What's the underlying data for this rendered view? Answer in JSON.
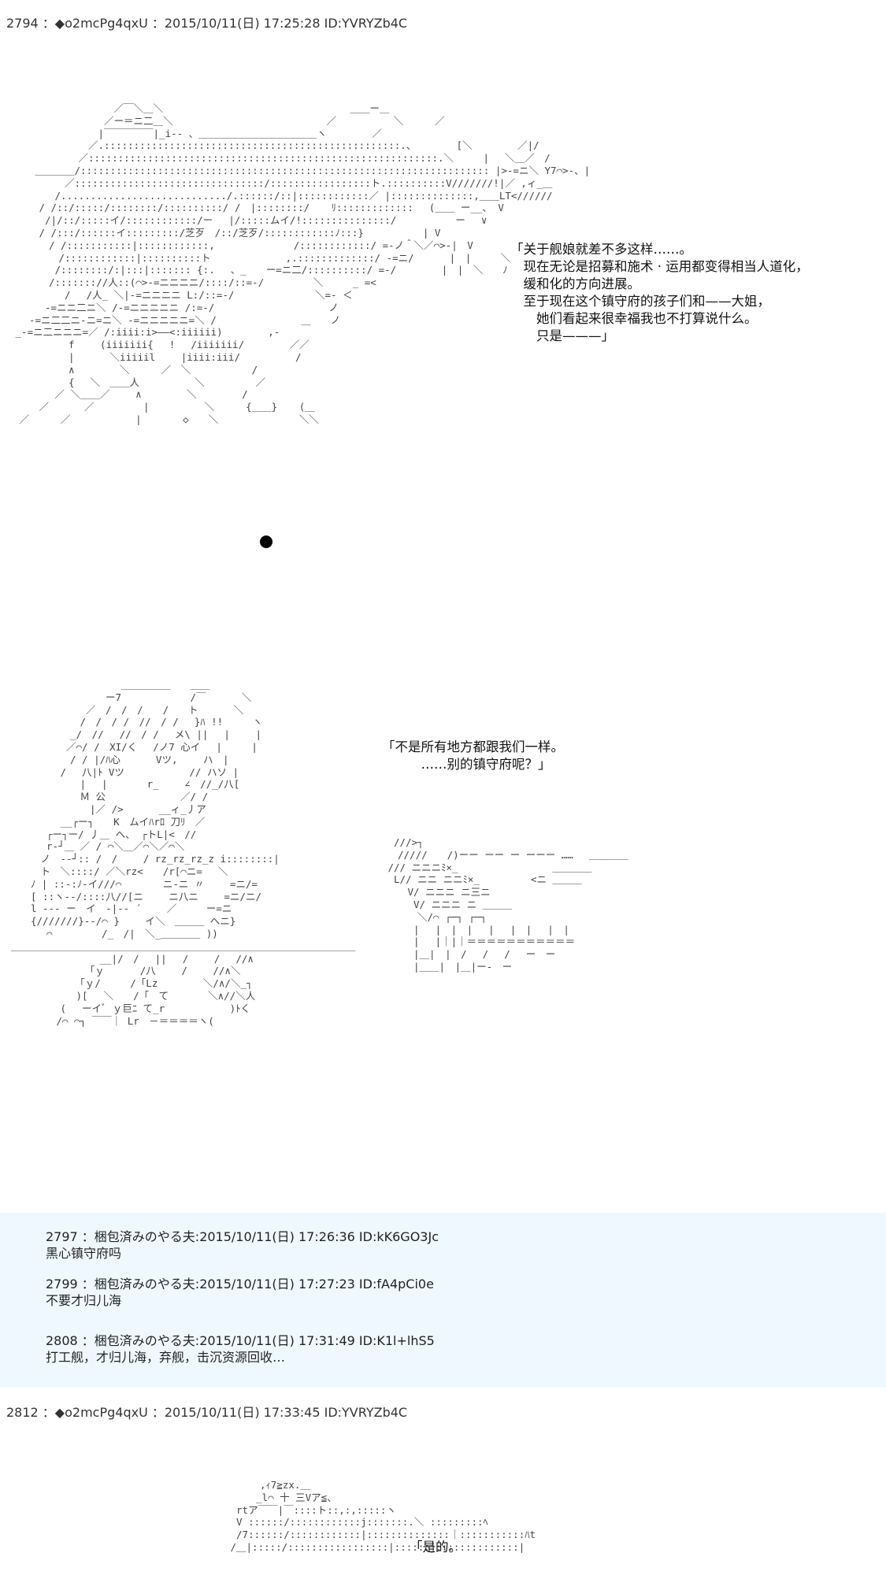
{
  "posts": [
    {
      "header": "2794 ：◆o2mcPg4qxU ：2015/10/11(日) 17:25:28 ID:YVRYZb4C",
      "dialog1": [
        "「关于舰娘就差不多这样……。",
        "　现在无论是招募和施术 · 运用都变得相当人道化，",
        "　缓和化的方向进展。",
        "",
        "　至于现在这个镇守府的孩子们和——大姐，",
        "　　她们看起来很幸福我也不打算说什么。",
        "",
        "　　只是———」"
      ],
      "dialog2": [
        "「不是所有地方都跟我们一样。",
        "",
        "　　　……别的镇守府呢？」"
      ]
    },
    {
      "header": "2812 ：◆o2mcPg4qxU ：2015/10/11(日) 17:33:45 ID:YVRYZb4C",
      "dialog1": [
        "「是的。"
      ]
    }
  ],
  "comments": [
    {
      "header": "2797 ：梱包済みのやる夫:2015/10/11(日) 17:26:36 ID:kK6GO3Jc",
      "body": "黑心镇守府吗"
    },
    {
      "header": "2799 ：梱包済みのやる夫:2015/10/11(日) 17:27:23 ID:fA4pCi0e",
      "body": "不要才归儿海"
    },
    {
      "header": "2808 ：梱包済みのやる夫:2015/10/11(日) 17:31:49 ID:K1l+lhS5",
      "body": "打工舰，才归儿海，弃舰，击沉资源回收…"
    }
  ],
  "ascii_art": {
    "figure1": " 　　　　　　　　　　／￣＼＿＼　　　　　　　　　　　　　　　　　　　＿＿ー＿\n　　　　　　　　　 ／ー＝ニ二＿＼ 　　　　　　　　　　　　　　　／　 　 　　 ＼ 　　 ／\n　　　　　　　　　|￣￣￣￣￣|_i-- 、＿＿＿＿＿＿＿＿＿＿＿＿ヽ　　　 　／\n　　　　　　　　／.::::::::::::::::::::::::::::::::::::::::::::::::::.、　　　　 [＼　　　　 ／|/\n　　　　　　　／:::::::::::::::::::::::::::::::::::::::::::::::::::::::::::.＼　　　|　 ＼＿／　/\n　　 ＿＿＿＿/::::::::::::::::::::::::::::::::::::::::::::::::::::::::::::::::::::: |>-=ニ＼ Y7⌒>-、|\n 　　　　　／::::::::::::::::::::::::::::::::/:::::::::::::::::ト.::::::::::V///////!|／ ,ィ_＿\n　　　　 /............................/.::::::/::|::::::::::::／ |::::::::::::::,＿＿LT<//////\n　　　/ /::/:::::/::::::::/::::::::::/ /　|::::::::/ 　 ﾘ:::::::::::::　 (＿＿ ー__、 V\n　　　 /|/::/:::::イ/::::::::::::/ー　 |/:::::ムイ/!:::::::::::::::/　　　　　　ー　 ∨\n　　　/ /:::/::::::イ:::::::::/芝歹　/::/芝歹/::::::::::::ﾉ:::}　　　　　　| V\n　　　　/ /:::::::::::|::::::::::::,　　　　　　　　/::::::::::::/ =-ノ＾＼／⌒>-|　V\n　　　　　/::::::::::::|::::::::::ト　　　　　　　 ,.:::::::::::::/ -=ニ/　　　 |　|　　　＼\n　　　　 /::::::::/:|:::|::::::: {:.　 、_　　ー=ニ二/::::::::::/ =-/　　　　 |　|　＼　　ﾉ\n　　　　/::::::://人::(⌒>-=ニニニニ/::::/::=-/　　　　　＼　　　_ =<\n　　　　　 /　 /人_ ＼|-=ニニニニ L:/::=-/　　　　　　 　 ＼=‐ ＜\n　　　 -=ニニ二ニ＼ /-=ニニニニニ /:=-/　　　　　　　　　　　 ノ\n　　-=ニ二二ニ-ニ=ニ＼ -=ニニニニニ=＼ /　　　　　　　　 ＿　　ノ\n _-=ニ二ニニニ=／ /:iiii:i>——<:iiiiii)　　　　 ,-\n　　　　　　f　　 (iiiiiii{ 　!　 /iiiiiii/　　　　 ／／\n　　　　　　|　　　 ＼iiiiil　　 |iiii:iii/ 　　　　　/\n　　　　　　∧　　　　 ＼　 　 ／　＼　　 　　　 /\n　　　　　　{ 　＼　＿＿人　　　　　 ＼ 　　　　 ／\n　　　　 ／ ＼＿＿／　　 ∧　　　　 ＼　　 　　/\n　　　／　　　 ／　　　　　|　　　　　 ＼　 　 {＿＿} 　 (＿\n　／　 　 ／　　　　　　 |　 　　 ◇　　＼　 　　　　　　 ＼＼",
    "figure2": " 　　　　　　　　　　 ＿＿＿＿＿　　＿＿\n　　　　　　　　　 ー7　　　　　　　/￣　 　　＼\n　　　　　　　 ／　/　/　/　　/　　ト　　　 ＼\n　　　　　　　/　/　/ /　//　/ /　 }ﾊ !!　　　ヽ\n　　　　　　_/　//　 //　/ /　 メ\\ ||　 |　　 |\n　　　　　 ／⌒/ /　XI/く　 /ノ7 心イ　 |　　　|\n　　　　　　/ / |/ﾊ心　　　 Vツ,　　 ハ　|\n　　　　　/　 八|ﾄ Vツ　　　　　　 // ハソ |\n　　　　　　　|　 |　　　　r_　　 ∠　//_/八[\n　　　　　　　Ｍ 公　　　　　　　 ／/ /\n　　　　　　　　|／ />　　　 __ィ_丿ア\n　　　　　__┌ー┐　　K　ムイﾊrﾛ 刀ﾘ　／\n　　　 ┌ー┐ー/ 丿＿ へ、 ┌トL|<　//\n　　　 r-┘＿ ／ / ⌒＼＿／⌒＼／⌒＼\n　　　ノ　--┘:: /　/　　 / rz_rz_rz_z i::::::::|\n　　　ト　＼::::/ ／＼rz<　　/r[⌒ニ=　 ＼\n　　ﾉ | ::-:ﾉ-イ///⌒ 　　　 ニ‐ニ 〃　　 =ニ/=\n　　[ ::ヽ--/::::八//[ニ　　 ニ八ニ 　　=ニ/ニ/\n　　l --- ー　イ　-|-- ´ 　　／　　　ー=ニ\n　　{///////}--/⌒ } 　　イ＼　＿＿＿ へニ}\n　　　 ⌒　　　　　/_　/|　＼_＿＿＿＿ ))\n＿＿＿＿＿＿＿＿＿＿＿＿＿＿＿＿＿＿＿＿＿＿＿＿＿＿＿＿＿＿＿＿＿＿＿\n　　　　　　　　　__|/　/　 ||　 /　　 /　 //∧\n　　　　　　　　「ｙ　　　 /八　　 /　　 //∧＼\n　　　　　　　「ｙ/　　　/「Lz　　　　 ＼/∧/＼_┐\n　　　　　　 )[ 　＼　　/「　て　　　　＼∧//＼人\n　　　　　( 　ーイﾞ ｙ巨ﾆ て_r　　　　　　 )ﾄく\n　　　　 /⌒ ⌒┐ ￣￣｜ Lr　－＝＝＝＝ヽ(",
    "figure2_right": "　 ///>┐\n　　/////　　/)ーー ーー ー ーーー ……　 ＿＿＿＿\n　/// ニニニﾐ×_　　　　　　　　　 ＿＿＿＿\n　 L// ニニ ニニﾐ×_　 　　　 <ニ ＿＿＿\n　　　V/ ニニニ ニ三ニ\n　　　 V/ ニニニ ニ ＿＿＿\n　　　　＼/⌒ ┌─┐ ┌─┐\n　　　 |　 |　|　|　 |　 |　|　 |　|\n　　　 |　 |｜|｜＝＝＝＝＝＝＝＝＝＝＝\n　　　 |＿|　|　/ 　/　 /　 ー　ー\n　　　 |＿＿|　|＿|ー-　ー",
    "figure3": "　　　　　　　　,ｨ7≧zx.＿\n　　　　　　　 _l⌒ 十 三Vア≦、\n　　　　　 rtア￣￣|￣::::ト::,:,:::::ヽ\n　　　　　 V ::::::/::::::::::::j:::::::.＼ :::::::::ﾍ\n　　　　　 /7::::::/::::::::::::|::::::::::::::｜:::::::::::ﾊt\n　　　　　/＿|:::::/:::::::::::::::::|::::::j::::::::::::::|"
  }
}
